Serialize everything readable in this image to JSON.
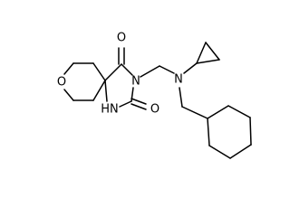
{
  "molecule": {
    "atoms": {
      "ring_oxygen": "O",
      "carbonyl_oxygen_top": "O",
      "carbonyl_oxygen_right": "O",
      "imide_nitrogen": "N",
      "amine_nitrogen": "N",
      "nh_nitrogen": "HN"
    }
  }
}
